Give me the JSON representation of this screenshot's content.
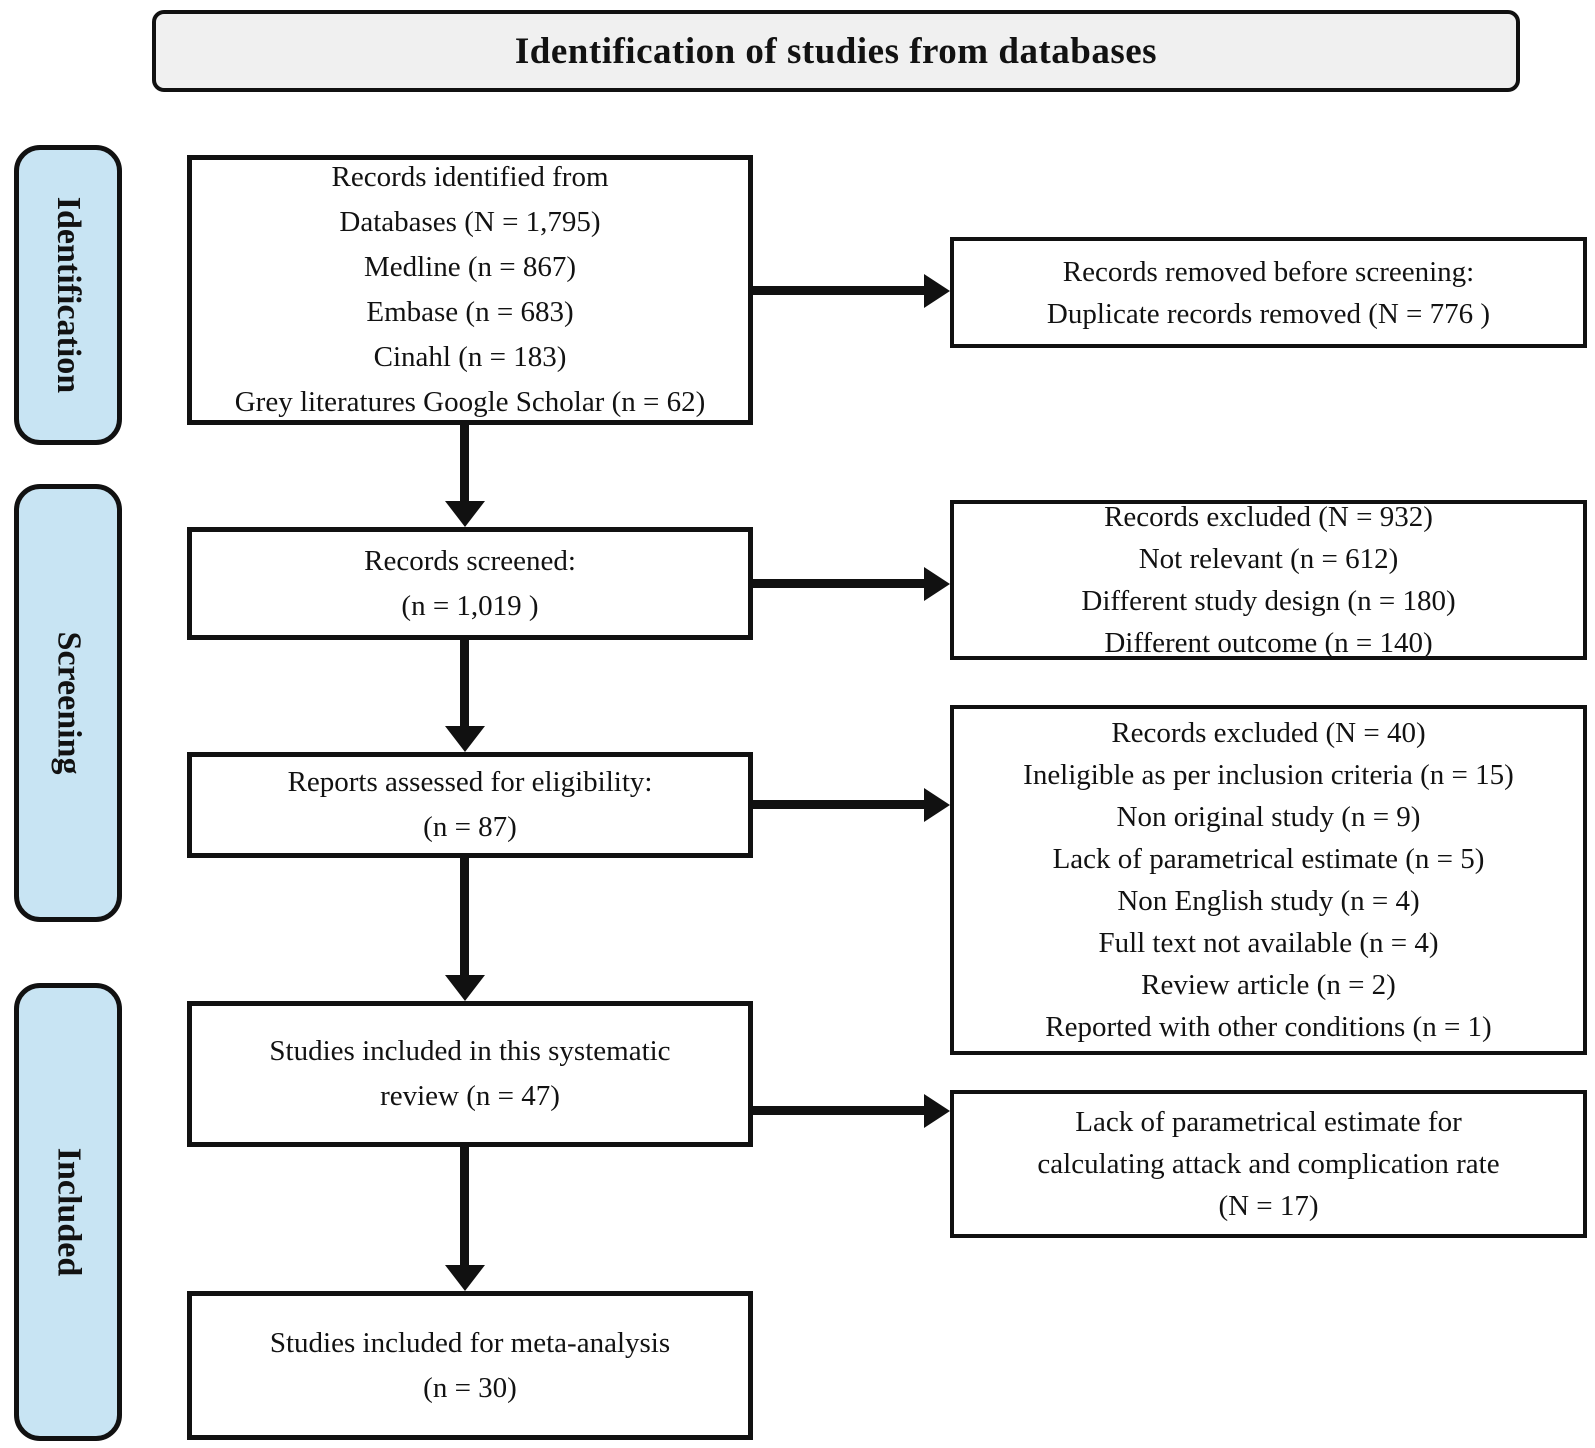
{
  "title": "Identification of studies from databases",
  "sidebar": {
    "stages": [
      {
        "label": "Identification"
      },
      {
        "label": "Screening"
      },
      {
        "label": "Included"
      }
    ]
  },
  "flow": {
    "identified": {
      "lines": [
        "Records identified from",
        "Databases (N = 1,795)",
        "Medline (n = 867)",
        "Embase (n = 683)",
        "Cinahl (n = 183)",
        "Grey literatures Google Scholar (n = 62)"
      ]
    },
    "screened": {
      "lines": [
        "Records screened:",
        "(n = 1,019 )"
      ]
    },
    "assessed": {
      "lines": [
        "Reports assessed for eligibility:",
        "(n = 87)"
      ]
    },
    "included_systematic_review": {
      "lines": [
        "Studies included in this systematic",
        "review (n = 47)"
      ]
    },
    "included_meta_analysis": {
      "lines": [
        "Studies included for meta-analysis",
        "(n = 30)"
      ]
    },
    "removed_before_screening": {
      "lines": [
        "Records removed before screening:",
        "Duplicate records removed (N = 776 )"
      ]
    },
    "excluded_screening": {
      "lines": [
        "Records excluded (N = 932)",
        "Not relevant (n = 612)",
        "Different study design (n = 180)",
        "Different outcome (n = 140)"
      ]
    },
    "excluded_eligibility": {
      "lines": [
        "Records excluded (N = 40)",
        "Ineligible as per inclusion criteria (n = 15)",
        "Non original study (n = 9)",
        "Lack of parametrical estimate (n = 5)",
        "Non English study (n = 4)",
        "Full text not available (n = 4)",
        "Review article (n = 2)",
        "Reported with other conditions (n = 1)"
      ]
    },
    "excluded_meta_analysis": {
      "lines": [
        "Lack of parametrical estimate for",
        "calculating attack and complication rate",
        "(N = 17)"
      ]
    }
  },
  "colors": {
    "stage_fill": "#c8e4f3",
    "title_fill": "#f0f0f0",
    "border": "#111111",
    "arrow": "#111111"
  }
}
